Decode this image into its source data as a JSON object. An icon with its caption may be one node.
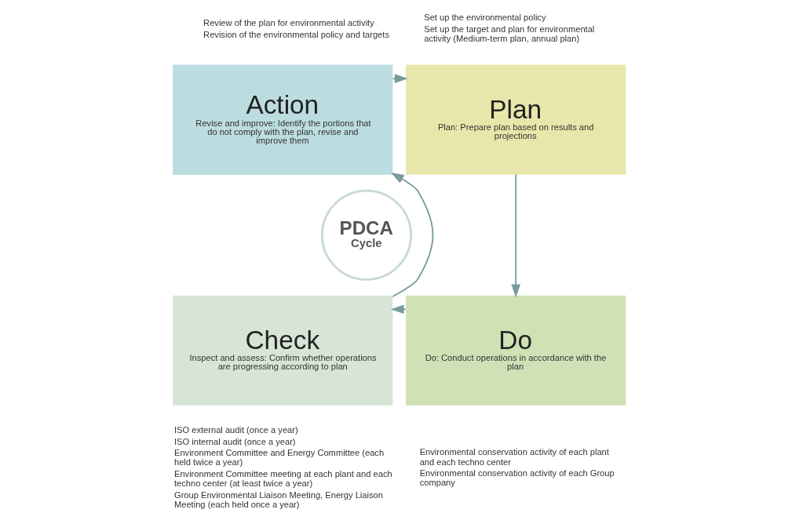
{
  "diagram": {
    "nodes": [
      {
        "text": [
          "Action",
          "Revise and improve: Identify the portions that do not comply with the plan, revise and improve them"
        ],
        "beside": [
          "Review of the plan for environmental activity",
          "Revision of the environmental policy and targets"
        ]
      },
      {
        "text": [
          "Plan",
          "Plan: Prepare plan based on results and projections"
        ],
        "beside": [
          "Set up the environmental policy",
          "Set up the target and plan for environmental activity (Medium-term plan, annual plan)"
        ]
      },
      {
        "text": [
          "PDCA",
          "Cycle"
        ]
      },
      {
        "text": [
          "Check",
          "Inspect and assess: Confirm whether operations are progressing according to plan"
        ],
        "beside": [
          "ISO external audit (once a year)",
          "ISO internal audit (once a year)",
          "Environment Committee and Energy Committee (each held twice a year)",
          "Environment Committee meeting at each plant and each techno center (at least twice a year)",
          "Group Environmental Liaison Meeting, Energy Liaison Meeting (each held once a year)"
        ]
      },
      {
        "text": [
          "Do",
          "Do: Conduct operations in accordance with the plan"
        ],
        "beside": [
          "Environmental conservation activity of each plant and each techno center",
          "Environmental conservation activity of each Group company"
        ]
      }
    ],
    "edges": [
      {
        "from": 0,
        "to": 1,
        "arrow": "to"
      },
      {
        "from": 1,
        "to": 4,
        "arrow": "to"
      },
      {
        "from": 4,
        "to": 3,
        "arrow": "to"
      },
      {
        "from": 3,
        "to": 0,
        "arrow": "to"
      }
    ]
  }
}
